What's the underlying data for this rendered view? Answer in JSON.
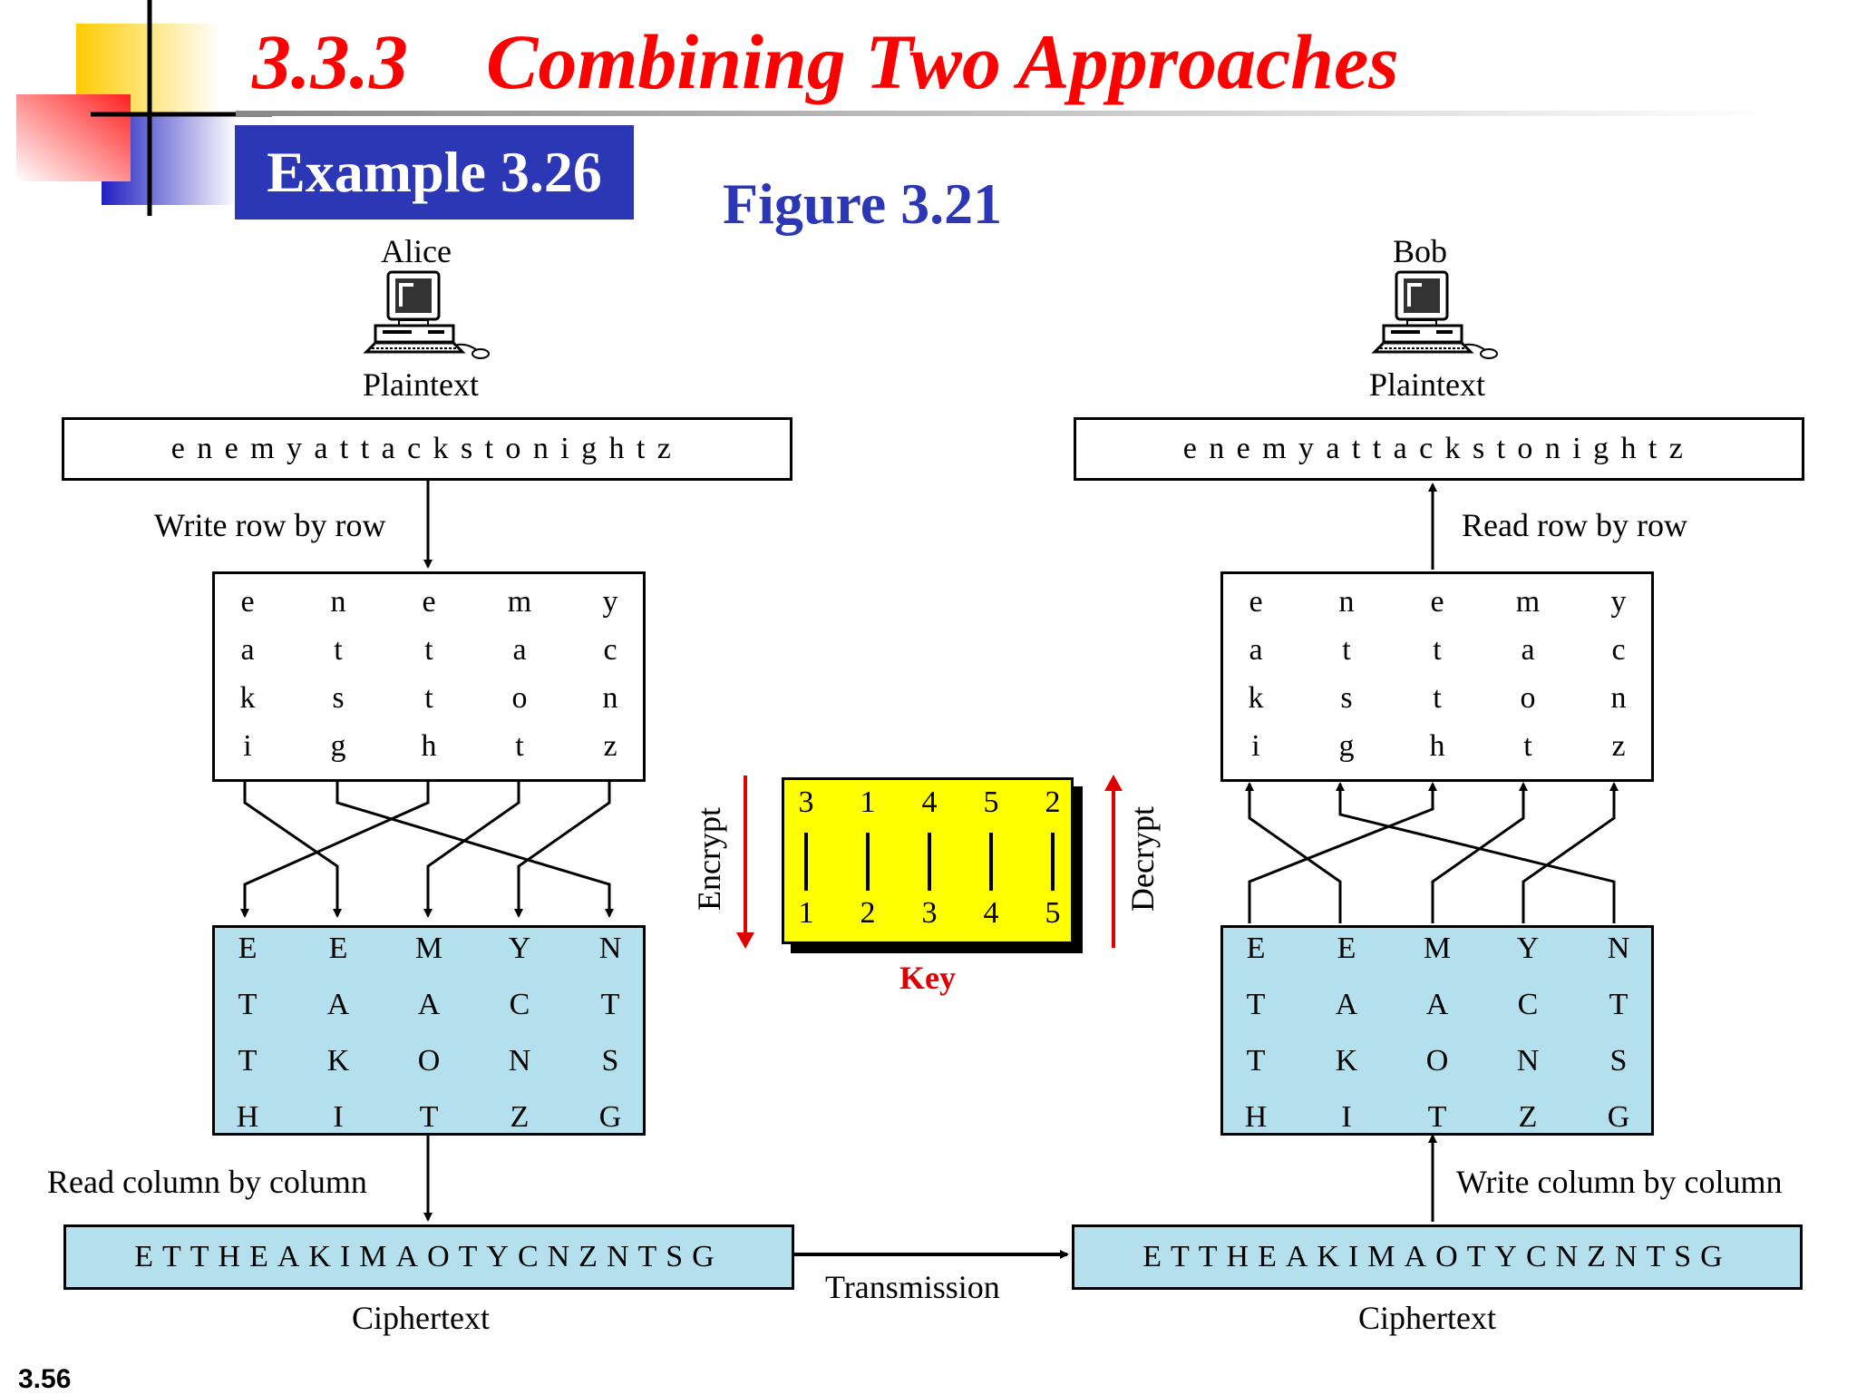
{
  "slide": {
    "title": "3.3.3    Combining Two Approaches",
    "example": "Example 3.26",
    "figure": "Figure 3.21",
    "page_number": "3.56"
  },
  "alice": {
    "name": "Alice",
    "plaintext_label": "Plaintext",
    "plaintext": "enemyattackstonightz",
    "write_label": "Write row by row",
    "read_label": "Read column by column",
    "ciphertext": "ETTHEAKIMAOTYCNZNTSG",
    "ciphertext_label": "Ciphertext"
  },
  "bob": {
    "name": "Bob",
    "plaintext_label": "Plaintext",
    "plaintext": "enemyattackstonightz",
    "read_label": "Read row by row",
    "write_label": "Write column by column",
    "ciphertext": "ETTHEAKIMAOTYCNZNTSG",
    "ciphertext_label": "Ciphertext"
  },
  "transmission_label": "Transmission",
  "plain_grid": [
    [
      "e",
      "n",
      "e",
      "m",
      "y"
    ],
    [
      "a",
      "t",
      "t",
      "a",
      "c"
    ],
    [
      "k",
      "s",
      "t",
      "o",
      "n"
    ],
    [
      "i",
      "g",
      "h",
      "t",
      "z"
    ]
  ],
  "cipher_grid": [
    [
      "E",
      "E",
      "M",
      "Y",
      "N"
    ],
    [
      "T",
      "A",
      "A",
      "C",
      "T"
    ],
    [
      "T",
      "K",
      "O",
      "N",
      "S"
    ],
    [
      "H",
      "I",
      "T",
      "Z",
      "G"
    ]
  ],
  "key": {
    "top": [
      "3",
      "1",
      "4",
      "5",
      "2"
    ],
    "bottom": [
      "1",
      "2",
      "3",
      "4",
      "5"
    ],
    "label": "Key",
    "encrypt_label": "Encrypt",
    "decrypt_label": "Decrypt"
  },
  "colors": {
    "title": "#ff0000",
    "example_bg": "#2b37b5",
    "figure_text": "#2b37b5",
    "cipher_fill": "#b3e0ec",
    "key_fill": "#ffff00",
    "arrow_red": "#e00000"
  },
  "icons": [
    "computer-icon"
  ]
}
